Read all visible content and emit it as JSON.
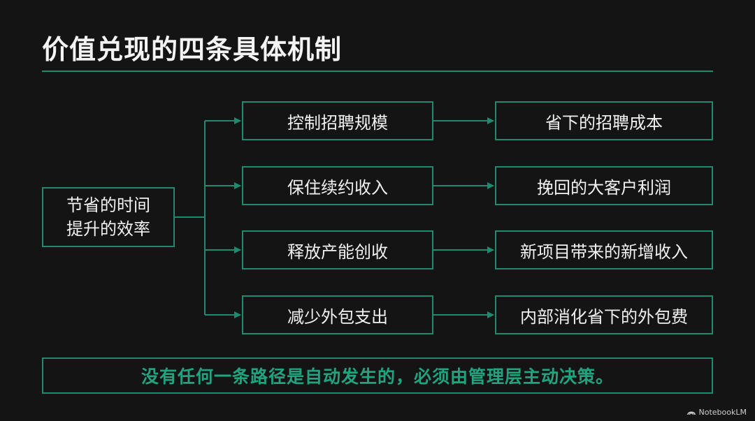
{
  "title": "价值兑现的四条具体机制",
  "source": {
    "line1": "节省的时间",
    "line2": "提升的效率"
  },
  "mechanisms": [
    {
      "label": "控制招聘规模",
      "result": "省下的招聘成本"
    },
    {
      "label": "保住续约收入",
      "result": "挽回的大客户利润"
    },
    {
      "label": "释放产能创收",
      "result": "新项目带来的新增收入"
    },
    {
      "label": "减少外包支出",
      "result": "内部消化省下的外包费"
    }
  ],
  "note": "没有任何一条路径是自动发生的，必须由管理层主动决策。",
  "brand": "NotebookLM",
  "colors": {
    "background": "#141414",
    "accent": "#1f8a70",
    "note_text": "#22a37f"
  }
}
